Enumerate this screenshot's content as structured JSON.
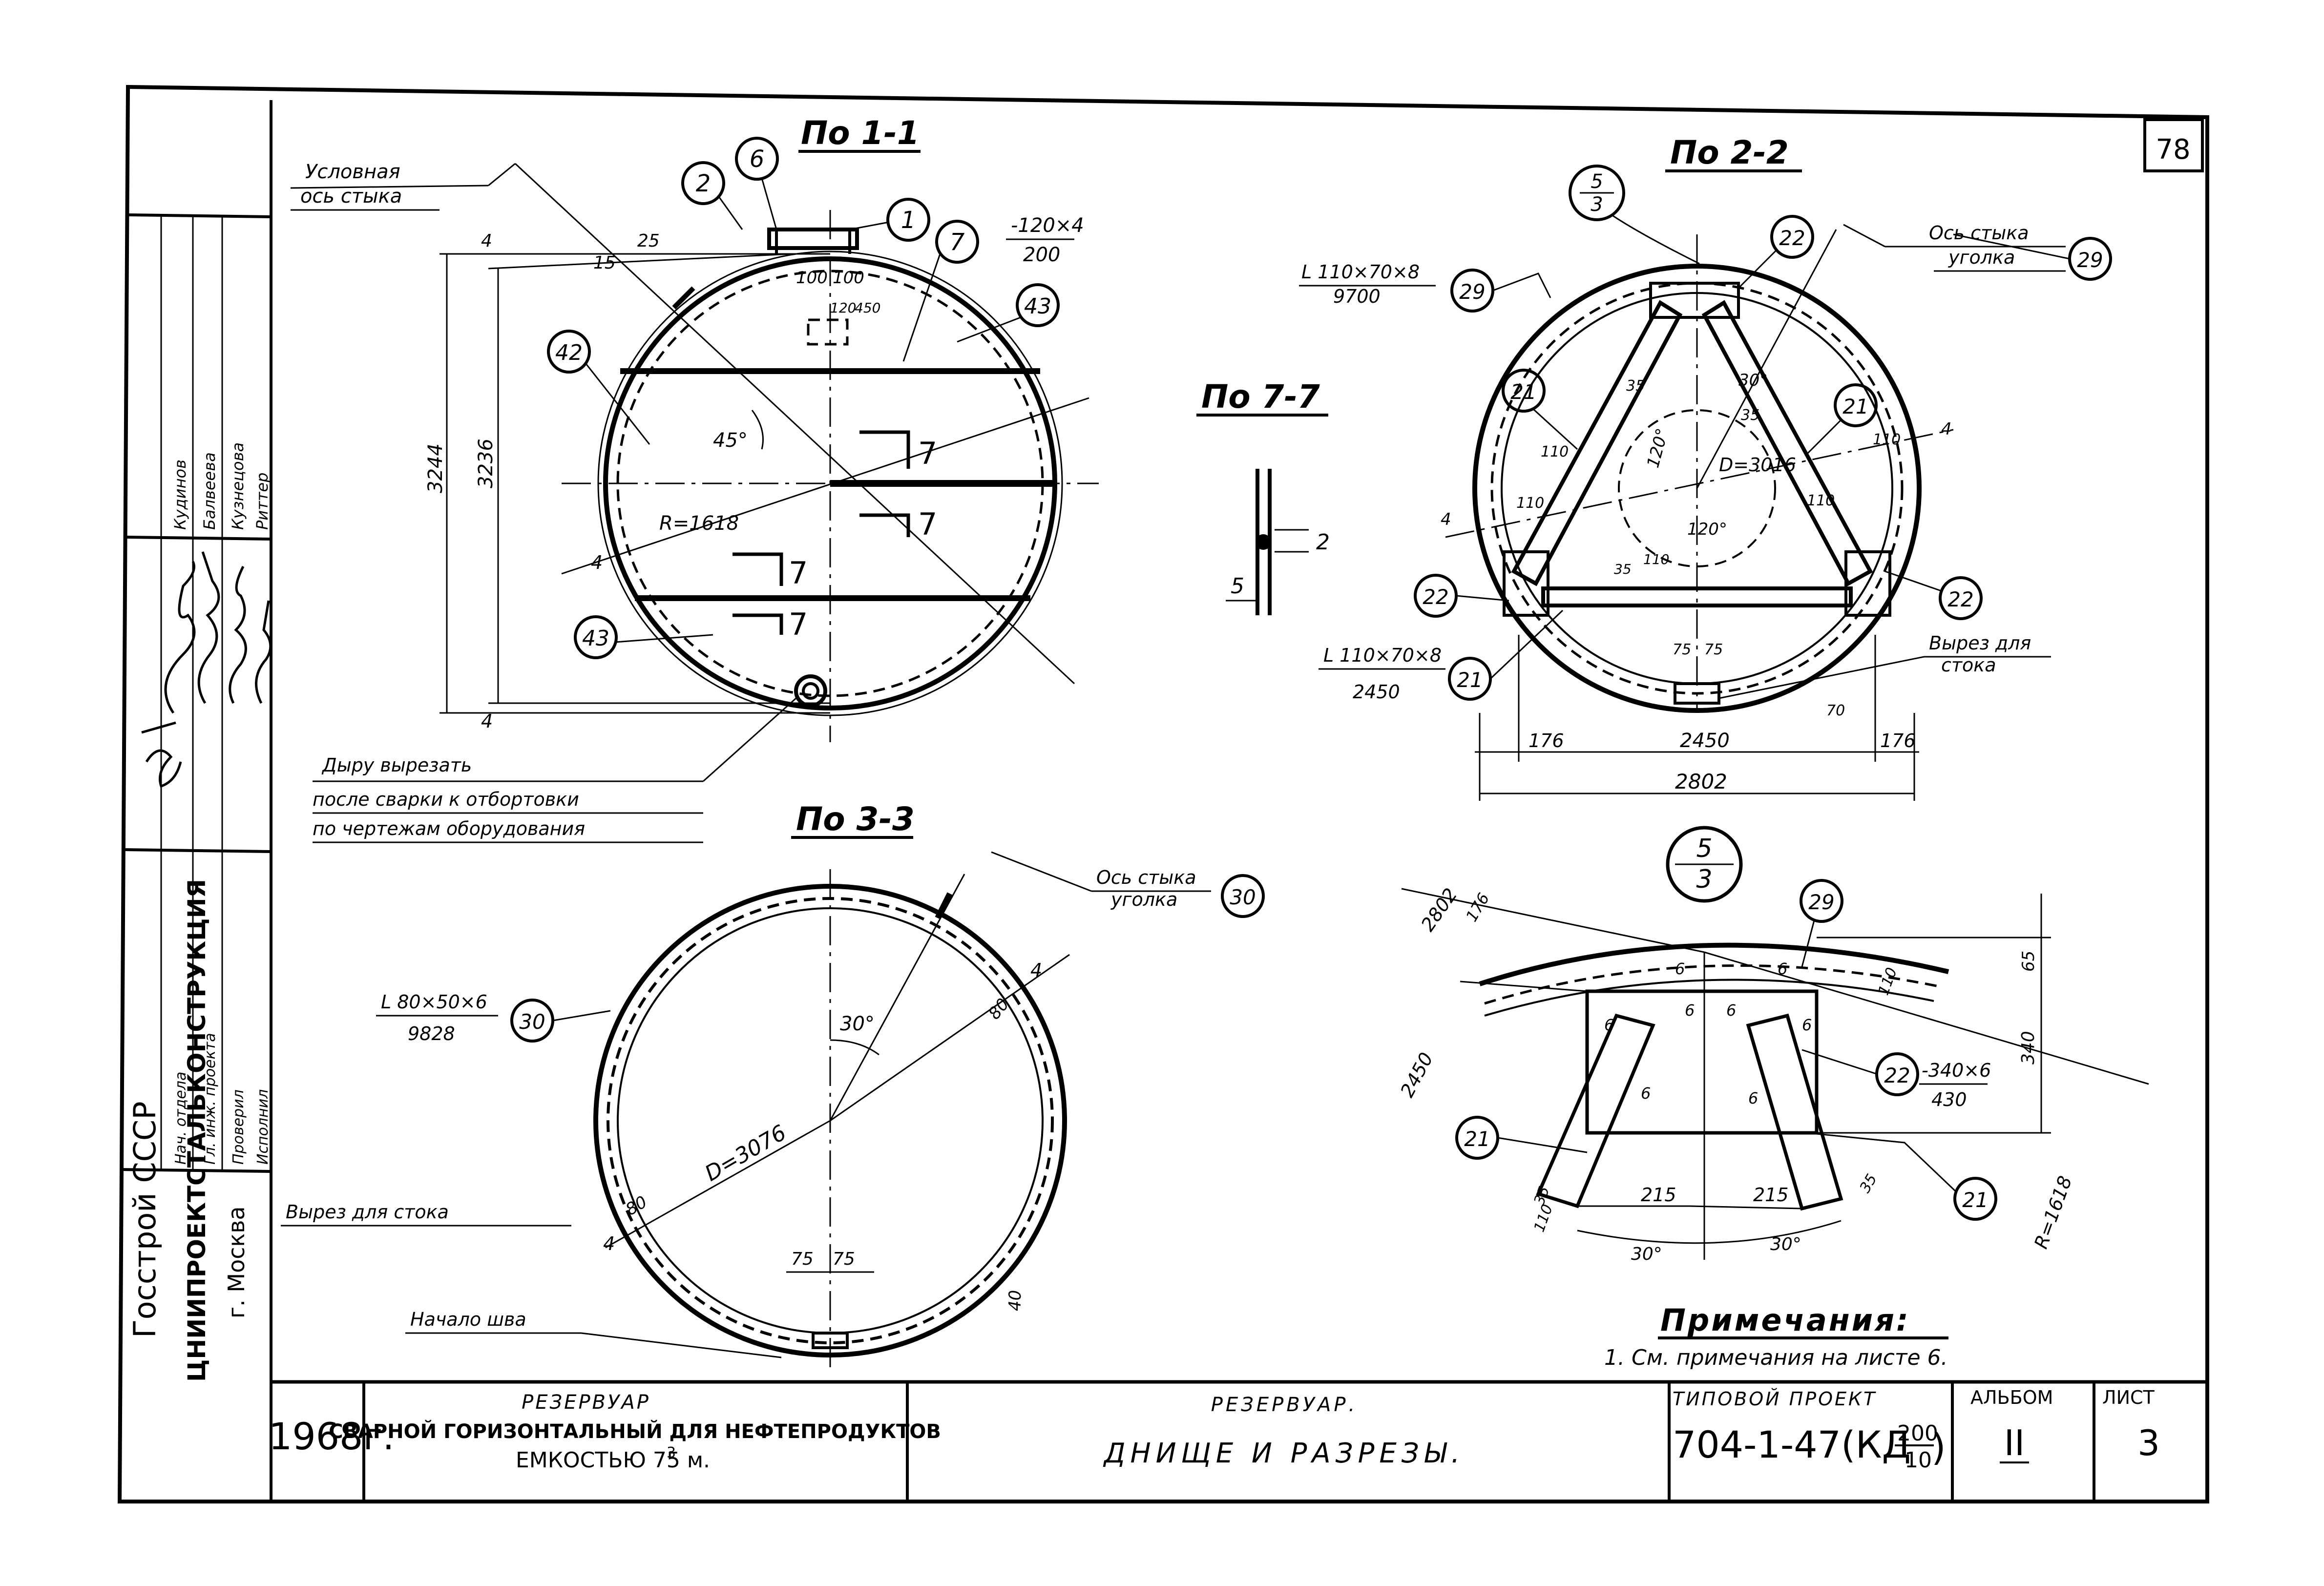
{
  "sheet": {
    "number_top_right": "78",
    "org": "Госстрой СССР",
    "institute": "ЦНИИПРОЕКТСТАЛЬКОНСТРУКЦИЯ",
    "city": "г. Москва",
    "year": "1968г.",
    "object_line1": "РЕЗЕРВУАР",
    "object_line2": "СВАРНОЙ ГОРИЗОНТАЛЬНЫЙ ДЛЯ НЕФТЕПРОДУКТОВ",
    "object_line3": "ЕМКОСТЬЮ 75 м.",
    "object_line3_sup": "3",
    "sheet_subject": "РЕЗЕРВУАР.",
    "sheet_title": "ДНИЩЕ   И   РАЗРЕЗЫ.",
    "project_label": "ТИПОВОЙ ПРОЕКТ",
    "project_number": "704-1-47(КД",
    "project_frac_top": "200",
    "project_frac_bottom": "10",
    "project_frac_suffix": ")",
    "album_label": "АЛЬБОМ",
    "album_value": "II",
    "list_label": "ЛИСТ",
    "list_value": "3"
  },
  "signatures": {
    "roles": [
      "Нач. отдела",
      "Гл. инж. проекта",
      "Проверил",
      "Исполнил"
    ],
    "names": [
      "Кудинов",
      "Балвеева",
      "Кузнецова",
      "Риттер"
    ]
  },
  "views": {
    "v11": {
      "title": "По 1-1",
      "axis_label_1": "Условная",
      "axis_label_2": "ось стыка",
      "callouts": [
        "2",
        "6",
        "1",
        "7",
        "43",
        "42",
        "43"
      ],
      "plate_1": "-120×4",
      "plate_2": "200",
      "dims": [
        "4",
        "25",
        "15",
        "100",
        "100",
        "120",
        "450",
        "3244",
        "3236",
        "4",
        "4"
      ],
      "angle": "45°",
      "radius": "R=1618",
      "section_mark": "7",
      "note_1": "Дыру вырезать",
      "note_2": "после сварки к отбортовки",
      "note_3": "по чертежам оборудования"
    },
    "v77": {
      "title": "По 7-7",
      "dim_a": "2",
      "dim_b": "5"
    },
    "v22": {
      "title": "По 2-2",
      "frac_top": "5",
      "frac_bottom": "3",
      "axis_1": "Ось стыка",
      "axis_2": "уголка",
      "angle_top": "L 110×70×8",
      "angle_top_len": "9700",
      "angle_bot": "L 110×70×8",
      "angle_bot_len": "2450",
      "callouts": [
        "29",
        "22",
        "29",
        "21",
        "21",
        "22",
        "22",
        "21"
      ],
      "diameter": "D=3016",
      "angles": [
        "30°",
        "120°",
        "120°"
      ],
      "dims": [
        "35",
        "35",
        "110",
        "110",
        "110",
        "110",
        "4",
        "4",
        "35",
        "110",
        "75",
        "75",
        "70"
      ],
      "cut_1": "Вырез для",
      "cut_2": "стока",
      "dim_176a": "176",
      "dim_2450": "2450",
      "dim_176b": "176",
      "dim_2802": "2802"
    },
    "v33": {
      "title": "По 3-3",
      "axis_1": "Ось стыка",
      "axis_2": "уголка",
      "angle_lbl": "L 80×50×6",
      "angle_len": "9828",
      "callouts": [
        "30",
        "30"
      ],
      "angle": "30°",
      "diameter": "D=3076",
      "dims": [
        "4",
        "4",
        "80",
        "80",
        "75",
        "75",
        "40"
      ],
      "cut": "Вырез для стока",
      "weld": "Начало шва"
    },
    "v53": {
      "frac_top": "5",
      "frac_bottom": "3",
      "callouts": [
        "29",
        "22",
        "21",
        "21"
      ],
      "plate_1": "-340×6",
      "plate_2": "430",
      "dims": [
        "2802",
        "176",
        "2450",
        "65",
        "340",
        "110",
        "215",
        "215",
        "35",
        "35",
        "110"
      ],
      "welds": [
        "6",
        "6",
        "6",
        "6",
        "6",
        "6",
        "6",
        "6"
      ],
      "angles": [
        "30°",
        "30°"
      ],
      "radius": "R=1618"
    }
  },
  "notes": {
    "title": "Примечания:",
    "item": "1. См. примечания на листе 6."
  }
}
